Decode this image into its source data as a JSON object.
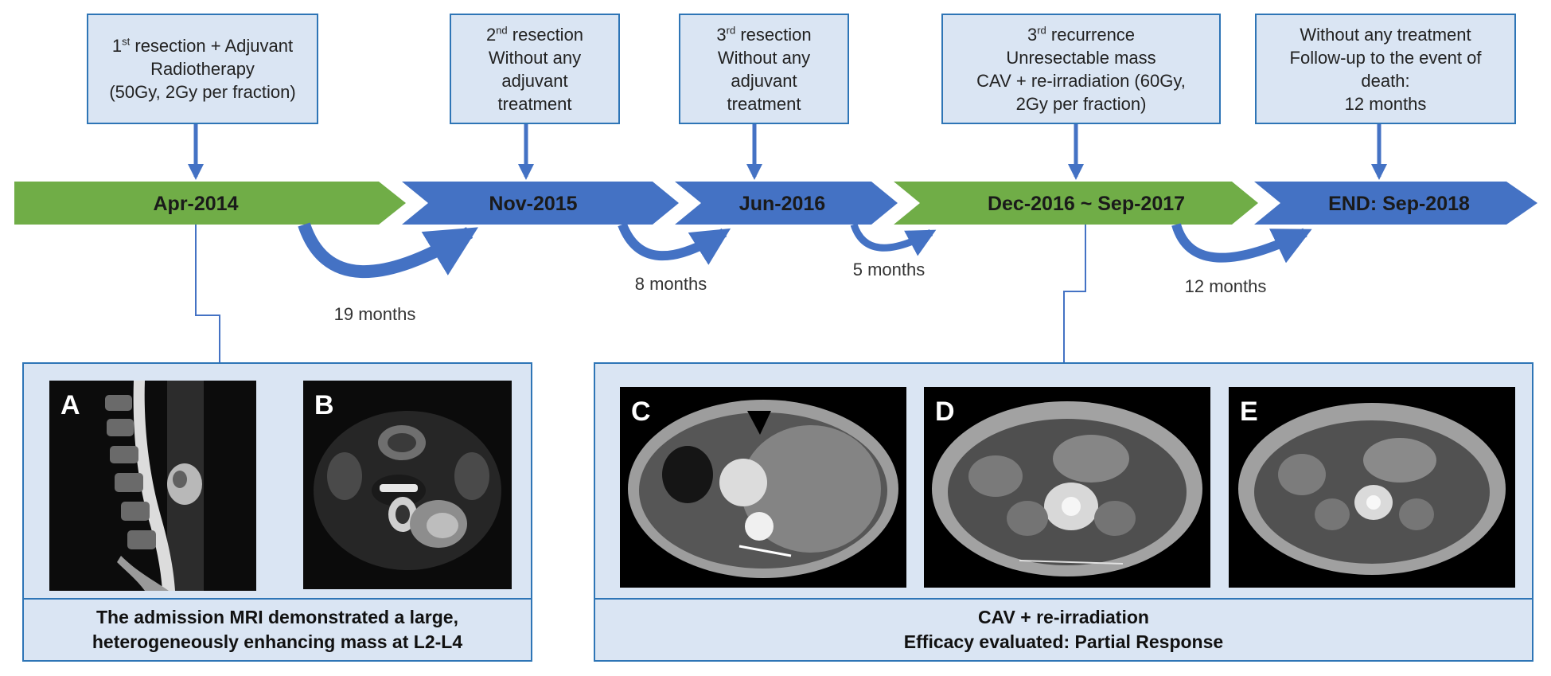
{
  "colors": {
    "green": "#70ad47",
    "blue": "#4472c4",
    "border": "#2e75b6",
    "box_fill": "#dae5f3",
    "line": "#4472c4"
  },
  "events": [
    {
      "lines": [
        {
          "ord": "1",
          "sup": "st",
          "rest": " resection + Adjuvant"
        },
        "Radiotherapy",
        "(50Gy, 2Gy per fraction)"
      ]
    },
    {
      "lines": [
        {
          "ord": "2",
          "sup": "nd",
          "rest": " resection"
        },
        "Without any",
        "adjuvant",
        "treatment"
      ]
    },
    {
      "lines": [
        {
          "ord": "3",
          "sup": "rd",
          "rest": " resection"
        },
        "Without any",
        "adjuvant",
        "treatment"
      ]
    },
    {
      "lines": [
        {
          "ord": "3",
          "sup": "rd",
          "rest": " recurrence"
        },
        "Unresectable mass",
        "CAV + re-irradiation (60Gy,",
        "2Gy per fraction)"
      ]
    },
    {
      "lines": [
        "Without any treatment",
        "Follow-up to the event of",
        "death:",
        "12 months"
      ]
    }
  ],
  "stages": [
    {
      "label": "Apr-2014",
      "color": "green"
    },
    {
      "label": "Nov-2015",
      "color": "blue"
    },
    {
      "label": "Jun-2016",
      "color": "blue"
    },
    {
      "label": "Dec-2016 ~ Sep-2017",
      "color": "green"
    },
    {
      "label": "END: Sep-2018",
      "color": "blue"
    }
  ],
  "intervals": [
    "19 months",
    "8 months",
    "5 months",
    "12 months"
  ],
  "panels": [
    {
      "images": [
        {
          "letter": "A",
          "icon": "sagittal-mri-image"
        },
        {
          "letter": "B",
          "icon": "axial-mri-image"
        }
      ],
      "caption": [
        "The admission MRI demonstrated a large,",
        "heterogeneously enhancing mass at L2-L4"
      ]
    },
    {
      "images": [
        {
          "letter": "C",
          "icon": "axial-ct-image"
        },
        {
          "letter": "D",
          "icon": "axial-ct-image"
        },
        {
          "letter": "E",
          "icon": "axial-ct-image"
        }
      ],
      "caption": [
        "CAV + re-irradiation",
        "Efficacy evaluated: Partial Response"
      ]
    }
  ]
}
